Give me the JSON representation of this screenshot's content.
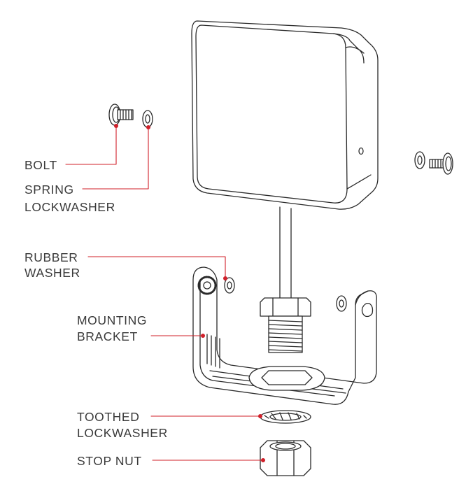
{
  "accent_color": "#d0202a",
  "line_color": "#2a2a2a",
  "labels": {
    "bolt": "BOLT",
    "spring_1": "SPRING",
    "spring_2": "LOCKWASHER",
    "rubber_1": "RUBBER",
    "rubber_2": "WASHER",
    "mounting_1": "MOUNTING",
    "mounting_2": "BRACKET",
    "toothed_1": "TOOTHED",
    "toothed_2": "LOCKWASHER",
    "stop_nut": "STOP NUT"
  }
}
